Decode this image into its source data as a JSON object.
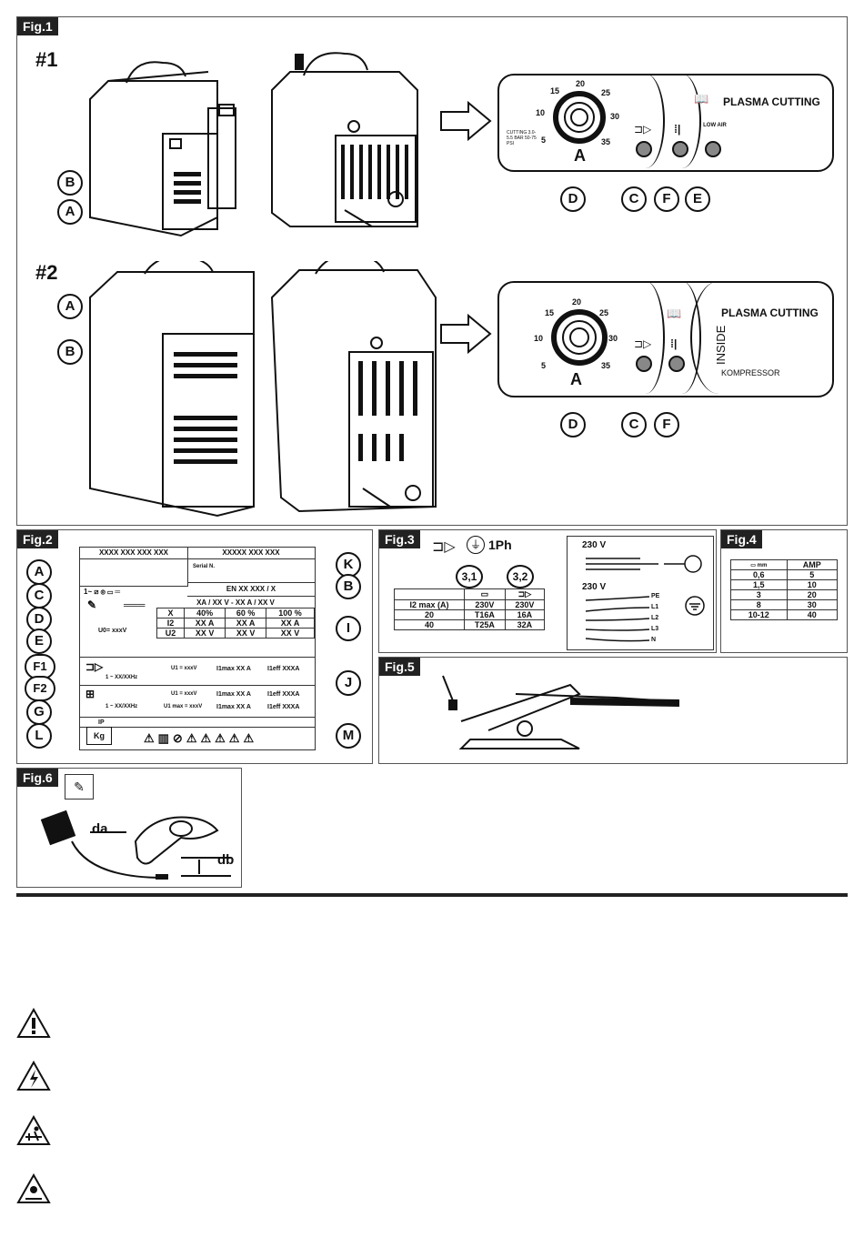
{
  "fig1": {
    "tag": "Fig.1",
    "n1": "#1",
    "n2": "#2",
    "callouts1": [
      "B",
      "A"
    ],
    "callouts2": [
      "A",
      "B"
    ],
    "panel1": {
      "dial_ticks": [
        "5",
        "10",
        "15",
        "20",
        "25",
        "30",
        "35"
      ],
      "dial_letter": "A",
      "cutting_note": "CUTTING 3.0-5.5 BAR 50-75 PSI",
      "low_air": "LOW AIR",
      "title": "PLASMA CUTTING",
      "callouts": [
        "D",
        "C",
        "F",
        "E"
      ]
    },
    "panel2": {
      "dial_ticks": [
        "5",
        "10",
        "15",
        "20",
        "25",
        "30",
        "35"
      ],
      "dial_letter": "A",
      "title": "PLASMA CUTTING",
      "inside": "INSIDE",
      "kompressor": "KOMPRESSOR",
      "callouts": [
        "D",
        "C",
        "F"
      ]
    }
  },
  "fig2": {
    "tag": "Fig.2",
    "left_callouts": [
      "A",
      "C",
      "D",
      "E",
      "F1",
      "F2",
      "G",
      "L"
    ],
    "right_callouts": [
      "K",
      "B",
      "I",
      "J",
      "M"
    ],
    "r1a": "XXXX XXX XXX XXX",
    "r1b": "XXXXX XXX XXX",
    "serial": "Serial N.",
    "en": "EN XX XXX / X",
    "range": "XA / XX V - XX A / XX V",
    "h_x": "X",
    "h1": "40%",
    "h2": "60 %",
    "h3": "100 %",
    "i2": "I2",
    "i2v": [
      "XX A",
      "XX A",
      "XX A"
    ],
    "u2": "U2",
    "u2v": [
      "XX V",
      "XX V",
      "XX V"
    ],
    "u0": "U0= xxxV",
    "f1_freq": "1 ~ XX/XXHz",
    "f1_u1": "U1 = xxxV",
    "f1_imax": "I1max XX A",
    "f1_ieff": "I1eff XXXA",
    "f2_freq": "1 ~ XX/XXHz",
    "f2_u1a": "U1 = xxxV",
    "f2_u1b": "U1 max = xxxV",
    "f2_imax_a": "I1max XX A",
    "f2_ieff_a": "I1eff XXXA",
    "f2_imax_b": "I1max XX A",
    "f2_ieff_b": "I1eff XXXA",
    "ip": "IP",
    "kg": "Kg"
  },
  "fig3": {
    "tag": "Fig.3",
    "phase": "1Ph",
    "c1": "3,1",
    "c2": "3,2",
    "row_h": [
      "I2 max (A)",
      "230V",
      "230V"
    ],
    "rows": [
      [
        "20",
        "T16A",
        "16A"
      ],
      [
        "40",
        "T25A",
        "32A"
      ]
    ],
    "v1": "230 V",
    "v2": "230 V",
    "terms": [
      "PE",
      "L1",
      "L2",
      "L3",
      "N"
    ]
  },
  "fig4": {
    "tag": "Fig.4",
    "h_mm": "mm",
    "h_amp": "AMP",
    "rows": [
      [
        "0,6",
        "5"
      ],
      [
        "1,5",
        "10"
      ],
      [
        "3",
        "20"
      ],
      [
        "8",
        "30"
      ],
      [
        "10-12",
        "40"
      ]
    ]
  },
  "fig5": {
    "tag": "Fig.5"
  },
  "fig6": {
    "tag": "Fig.6",
    "da": "da",
    "db": "db"
  },
  "warnings": [
    "warning-exclamation-icon",
    "electric-shock-icon",
    "fall-hazard-icon",
    "eye-radiation-icon"
  ]
}
